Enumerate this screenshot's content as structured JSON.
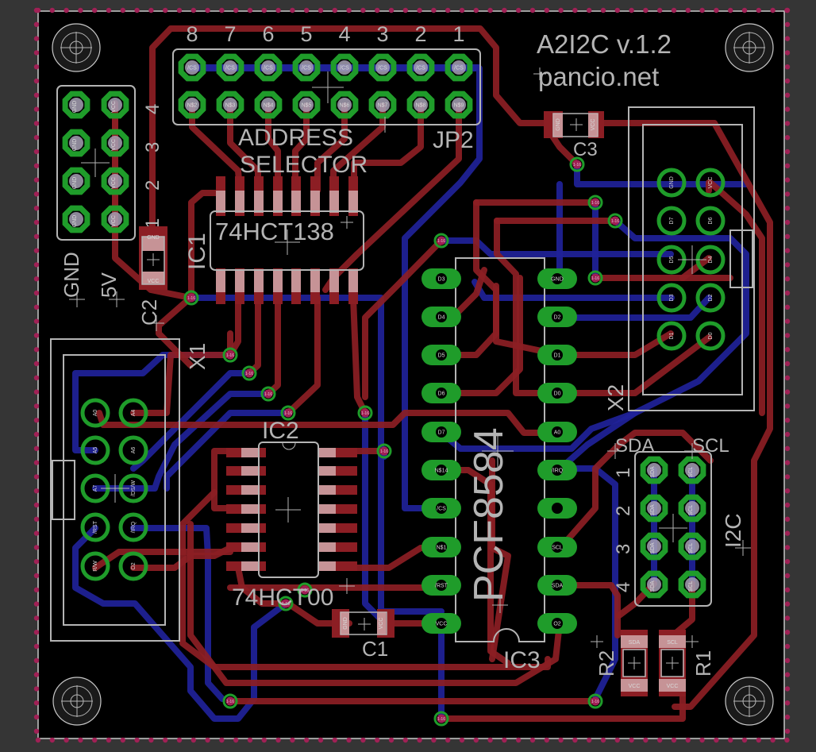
{
  "board": {
    "title": "A2I2C v.1.2",
    "author": "pancio.net",
    "colors": {
      "background": "#353535",
      "board": "#000000",
      "top_copper": "#8c1e24",
      "bottom_copper": "#1f2299",
      "pads": "#1f9c2a",
      "silkscreen": "#b4b4b4",
      "dimension": "#a02055"
    }
  },
  "jp2": {
    "name": "JP2",
    "label_line1": "ADDRESS",
    "label_line2": "SELECTOR",
    "column_numbers": [
      "8",
      "7",
      "6",
      "5",
      "4",
      "3",
      "2",
      "1"
    ],
    "top_row_pins": [
      "/CS",
      "/CS",
      "/CS",
      "/CS",
      "/CS",
      "/CS",
      "/CS",
      "/CS"
    ],
    "bottom_row_pins": [
      "N$2",
      "N$3",
      "N$4",
      "N$5",
      "N$6",
      "N$7",
      "N$8",
      "N$9"
    ]
  },
  "power_header": {
    "row_numbers": [
      "4",
      "3",
      "2",
      "1"
    ],
    "left_pins": [
      "GND",
      "GND",
      "GND",
      "GND"
    ],
    "right_pins": [
      "VCC",
      "VCC",
      "VCC",
      "VCC"
    ],
    "label_gnd": "GND",
    "label_5v": "5V"
  },
  "ic1": {
    "name": "IC1",
    "value": "74HCT138"
  },
  "ic2": {
    "name": "IC2",
    "value": "74HCT00"
  },
  "ic3": {
    "name": "IC3",
    "value": "PCF8584",
    "left_pins": [
      "D3",
      "D4",
      "D5",
      "D6",
      "D7",
      "N$14",
      "/CS",
      "N$1",
      "/RST",
      "VCC"
    ],
    "right_pins": [
      "GND",
      "D2",
      "D1",
      "D0",
      "A0",
      "/IRQ",
      "",
      "SCL",
      "SDA",
      "O2"
    ]
  },
  "c1": {
    "name": "C1",
    "pad_a": "GND",
    "pad_b": "VCC"
  },
  "c2": {
    "name": "C2",
    "pad_a": "GND",
    "pad_b": "VCC"
  },
  "c3": {
    "name": "C3",
    "pad_a": "GND",
    "pad_b": "VCC"
  },
  "r1": {
    "name": "R1",
    "pad_a": "SCL",
    "pad_b": "VCC"
  },
  "r2": {
    "name": "R2",
    "pad_a": "SDA",
    "pad_b": "VCC"
  },
  "x1": {
    "name": "X1",
    "pins": [
      [
        "A0",
        "A4"
      ],
      [
        "A5",
        "A6"
      ],
      [
        "A7",
        "/DS/W"
      ],
      [
        "/RST",
        "/IRQ"
      ],
      [
        "R/W",
        "O2"
      ]
    ]
  },
  "x2": {
    "name": "X2",
    "pins": [
      [
        "GND",
        "VCC"
      ],
      [
        "D7",
        "D6"
      ],
      [
        "D5",
        "D4"
      ],
      [
        "D3",
        "D2"
      ],
      [
        "D1",
        "D0"
      ]
    ]
  },
  "i2c": {
    "name": "I2C",
    "col_sda": "SDA",
    "col_scl": "SCL",
    "row_numbers": [
      "1",
      "2",
      "3",
      "4"
    ],
    "left_pins": [
      "SDA",
      "SDA",
      "SDA",
      "SDA"
    ],
    "right_pins": [
      "SCL",
      "SCL",
      "SCL",
      "SCL"
    ]
  },
  "via_label": "1-16"
}
